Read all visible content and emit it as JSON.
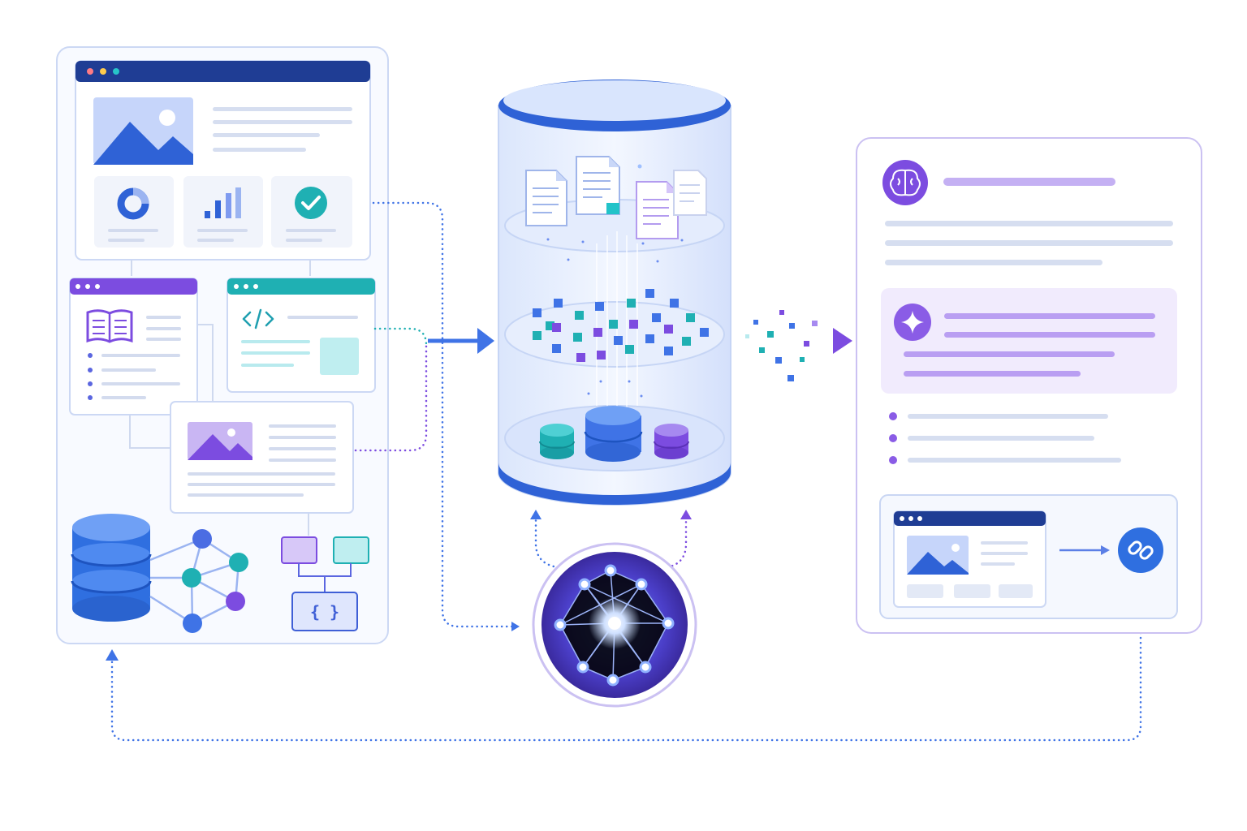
{
  "diagram": {
    "type": "rag-pipeline-illustration",
    "nodes": [
      {
        "id": "source-content",
        "icons": [
          "web-page-icon",
          "donut-chart-icon",
          "bar-chart-icon",
          "check-icon",
          "book-icon",
          "code-icon",
          "image-icon",
          "database-icon",
          "knowledge-graph-icon",
          "json-schema-icon"
        ]
      },
      {
        "id": "vector-store",
        "icons": [
          "document-icon",
          "vector-embedding-icon",
          "database-icon"
        ]
      },
      {
        "id": "neural-model",
        "icons": [
          "neural-network-icon"
        ]
      },
      {
        "id": "ai-answer",
        "icons": [
          "brain-icon",
          "sparkle-icon",
          "link-icon"
        ]
      }
    ],
    "edges": [
      {
        "from": "source-content",
        "to": "vector-store",
        "style": "solid-arrow"
      },
      {
        "from": "source-content",
        "to": "neural-model",
        "style": "dotted-arrow"
      },
      {
        "from": "neural-model",
        "to": "vector-store",
        "style": "dotted-arrow"
      },
      {
        "from": "vector-store",
        "to": "ai-answer",
        "style": "solid-arrow"
      },
      {
        "from": "ai-answer",
        "to": "source-content",
        "style": "dotted-arrow"
      }
    ]
  },
  "colors": {
    "blue": "#2f6fe0",
    "navy": "#1e3f95",
    "purple": "#7c4ce0",
    "teal": "#1fb0c0",
    "light_blue": "#eaf1fe",
    "light_purple": "#f2ecfd",
    "border": "#c9d6f3"
  }
}
